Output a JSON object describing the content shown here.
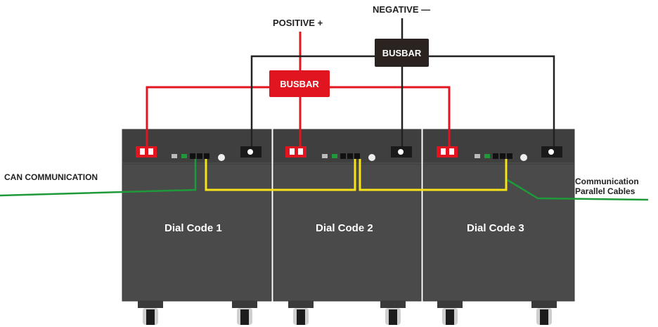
{
  "labels": {
    "positive": "POSITIVE +",
    "negative": "NEGATIVE —",
    "busbar_positive": "BUSBAR",
    "busbar_negative": "BUSBAR",
    "can_communication": "CAN COMMUNICATION",
    "comm_parallel_line1": "Communication",
    "comm_parallel_line2": "Parallel Cables"
  },
  "units": [
    {
      "label": "Dial Code 1"
    },
    {
      "label": "Dial Code 2"
    },
    {
      "label": "Dial Code 3"
    }
  ],
  "colors": {
    "positive_wire": "#e0151f",
    "negative_wire": "#222222",
    "comm_wire": "#f5e21a",
    "can_wire": "#1f9a3a",
    "cabinet": "#4a4a4a",
    "busbar_positive": "#e0151f",
    "busbar_negative": "#2a2320"
  }
}
